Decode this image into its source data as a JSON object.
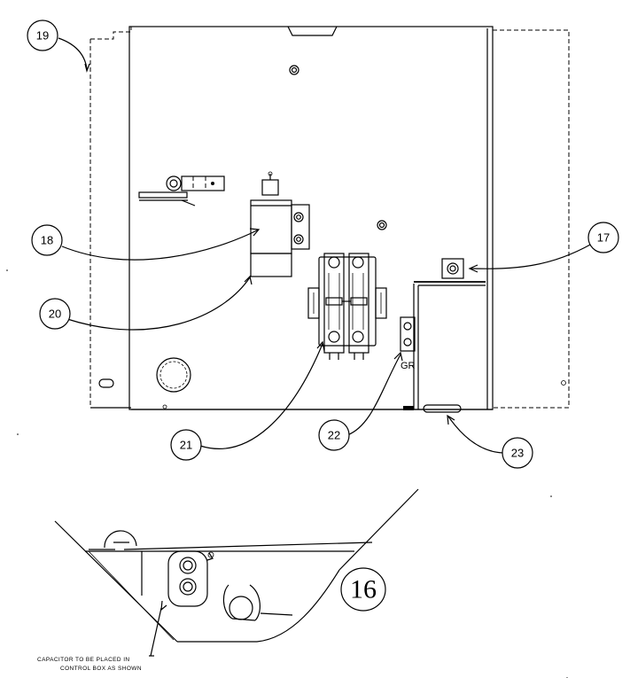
{
  "callouts": [
    {
      "id": "19",
      "label": "19"
    },
    {
      "id": "18",
      "label": "18"
    },
    {
      "id": "20",
      "label": "20"
    },
    {
      "id": "17",
      "label": "17"
    },
    {
      "id": "21",
      "label": "21"
    },
    {
      "id": "22",
      "label": "22"
    },
    {
      "id": "23",
      "label": "23"
    }
  ],
  "ground_label": "GR",
  "detail_label": "16",
  "capacitor_note": {
    "line1": "CAPACITOR TO BE PLACED IN",
    "line2": "CONTROL BOX AS SHOWN"
  }
}
